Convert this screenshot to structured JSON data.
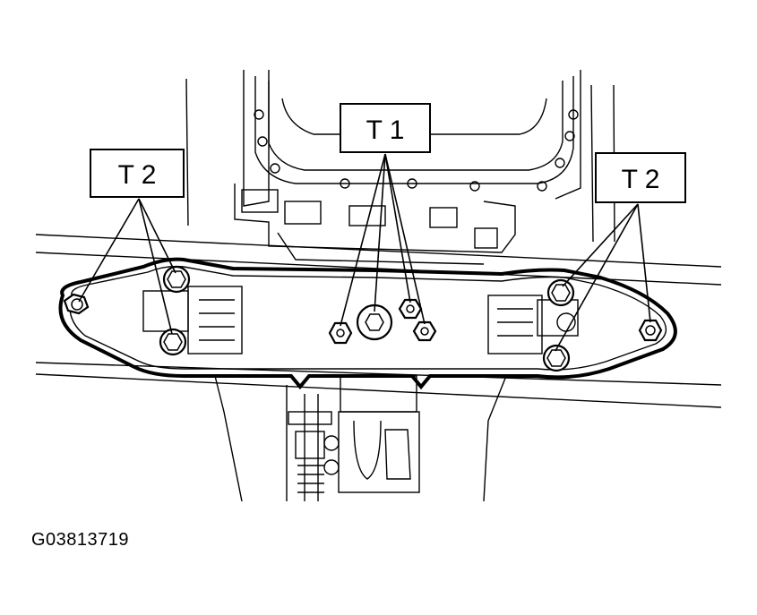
{
  "callouts": {
    "left": "T 2",
    "center": "T 1",
    "right": "T 2"
  },
  "figure_id": "G03813719"
}
